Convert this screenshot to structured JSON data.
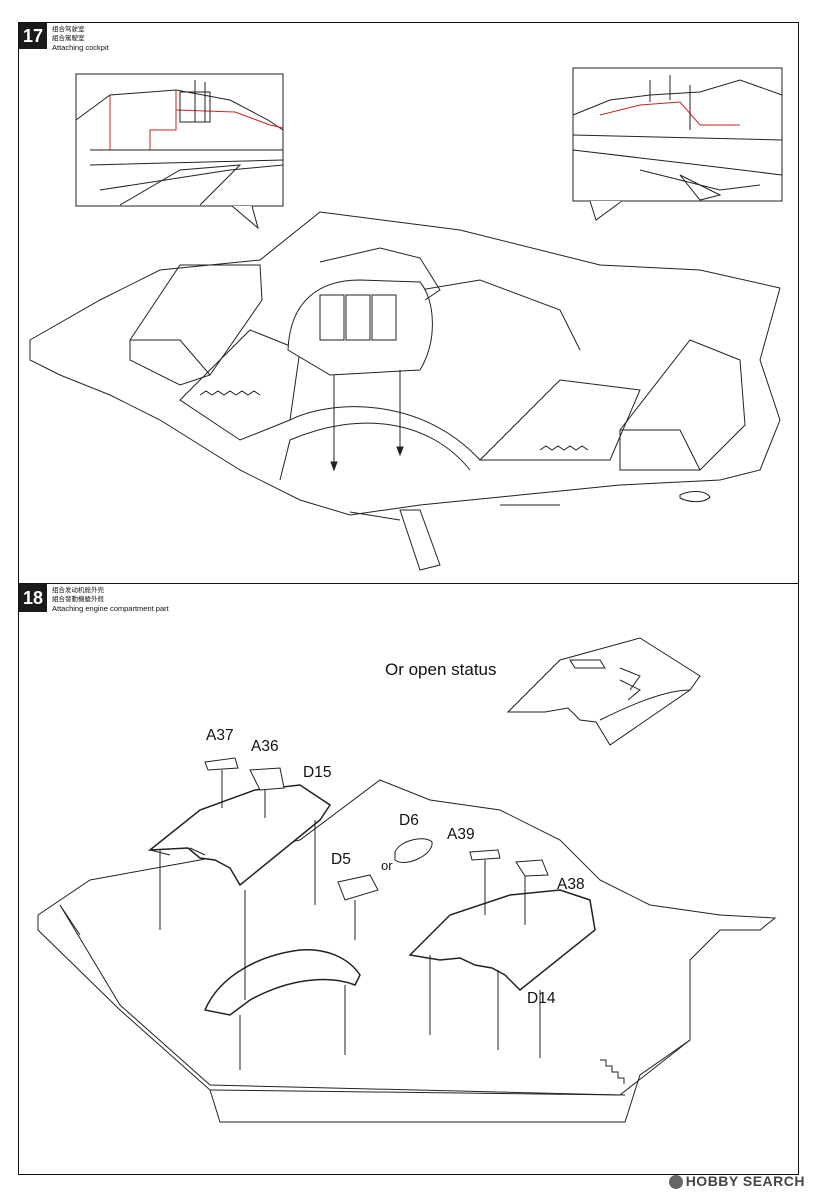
{
  "steps": [
    {
      "number": "17",
      "caption_cn_1": "组合驾驶室",
      "caption_cn_2": "組合駕駛室",
      "caption_en": "Attaching cockpit"
    },
    {
      "number": "18",
      "caption_cn_1": "组合发动机舱外壳",
      "caption_cn_2": "組合發動機艙外殼",
      "caption_en": "Attaching engine compartment part"
    }
  ],
  "step18": {
    "open_status": "Or open status",
    "or_label": "or",
    "parts": {
      "a37": "A37",
      "a36": "A36",
      "d15": "D15",
      "d6": "D6",
      "d5": "D5",
      "a39": "A39",
      "a38": "A38",
      "d14": "D14"
    }
  },
  "watermark": "HOBBY SEARCH"
}
